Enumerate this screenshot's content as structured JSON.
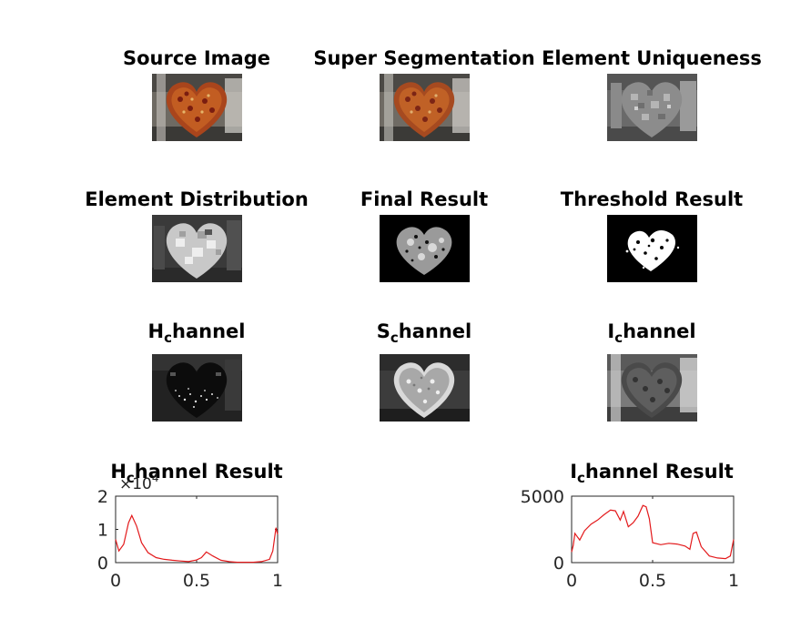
{
  "figure": {
    "panels": [
      {
        "id": "source",
        "title": "Source Image"
      },
      {
        "id": "superseg",
        "title": "Super Segmentation"
      },
      {
        "id": "uniqueness",
        "title": "Element Uniqueness"
      },
      {
        "id": "distribution",
        "title": "Element Distribution"
      },
      {
        "id": "final",
        "title": "Final Result"
      },
      {
        "id": "threshold",
        "title": "Threshold Result"
      }
    ],
    "channels": [
      {
        "id": "h",
        "main": "H",
        "sub": "c",
        "rest": "hannel"
      },
      {
        "id": "s",
        "main": "S",
        "sub": "c",
        "rest": "hannel"
      },
      {
        "id": "i",
        "main": "I",
        "sub": "c",
        "rest": "hannel"
      }
    ],
    "results": [
      {
        "id": "h-result",
        "main": "H",
        "sub": "c",
        "rest": "hannel Result",
        "exponent_label": "×10",
        "exponent_power": "4"
      },
      {
        "id": "i-result",
        "main": "I",
        "sub": "c",
        "rest": "hannel Result"
      }
    ]
  },
  "chart_data": [
    {
      "type": "line",
      "color": "#e31a1c",
      "xlim": [
        0,
        1
      ],
      "ylim": [
        0,
        2
      ],
      "xticks": [
        "0",
        "0.5",
        "1"
      ],
      "yticks": [
        "0",
        "1",
        "2"
      ],
      "x": [
        0,
        0.02,
        0.05,
        0.08,
        0.1,
        0.13,
        0.16,
        0.2,
        0.25,
        0.3,
        0.35,
        0.4,
        0.45,
        0.5,
        0.53,
        0.56,
        0.6,
        0.65,
        0.7,
        0.75,
        0.8,
        0.85,
        0.9,
        0.95,
        0.97,
        0.99,
        1.0
      ],
      "y": [
        0.7,
        0.35,
        0.55,
        1.2,
        1.42,
        1.1,
        0.6,
        0.3,
        0.15,
        0.1,
        0.07,
        0.05,
        0.03,
        0.08,
        0.15,
        0.32,
        0.2,
        0.07,
        0.03,
        0.01,
        0.01,
        0.01,
        0.03,
        0.1,
        0.35,
        1.05,
        0.85
      ]
    },
    {
      "type": "line",
      "color": "#e31a1c",
      "xlim": [
        0,
        1
      ],
      "ylim": [
        0,
        5000
      ],
      "xticks": [
        "0",
        "0.5",
        "1"
      ],
      "yticks": [
        "0",
        "5000"
      ],
      "x": [
        0,
        0.01,
        0.02,
        0.05,
        0.08,
        0.12,
        0.16,
        0.2,
        0.24,
        0.27,
        0.3,
        0.32,
        0.35,
        0.38,
        0.41,
        0.44,
        0.46,
        0.48,
        0.5,
        0.55,
        0.6,
        0.65,
        0.7,
        0.73,
        0.75,
        0.77,
        0.8,
        0.85,
        0.9,
        0.95,
        0.98,
        1.0
      ],
      "y": [
        800,
        1300,
        2200,
        1700,
        2400,
        2900,
        3200,
        3600,
        3950,
        3900,
        3200,
        3850,
        2700,
        3000,
        3500,
        4300,
        4200,
        3300,
        1500,
        1350,
        1450,
        1400,
        1250,
        1000,
        2200,
        2300,
        1200,
        500,
        350,
        300,
        500,
        1750
      ]
    }
  ]
}
